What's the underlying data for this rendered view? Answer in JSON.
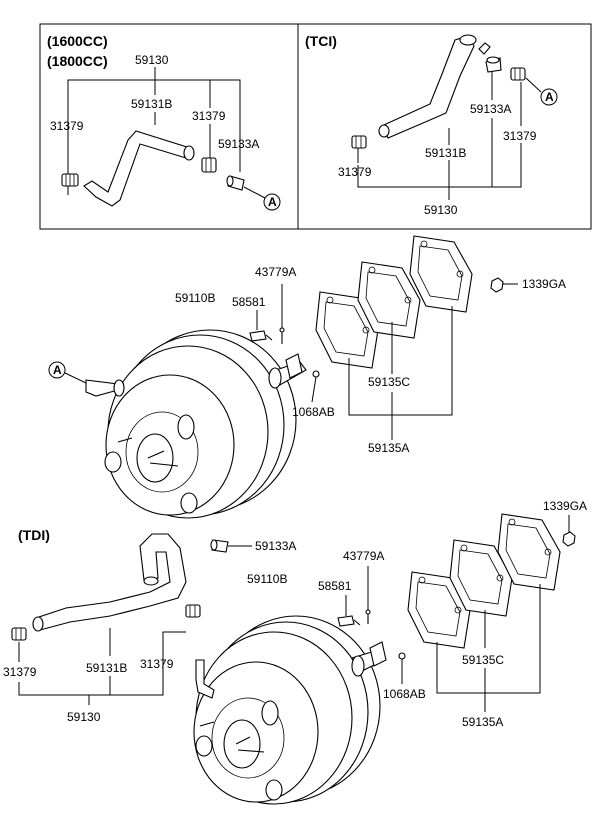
{
  "panels": {
    "gas_variants": [
      "(1600CC)",
      "(1800CC)"
    ],
    "tci_title": "(TCI)",
    "tdi_title": "(TDI)"
  },
  "callouts": {
    "ref_a": "A"
  },
  "labels": {
    "gas": {
      "hose_assy": "59130",
      "hose": "59131B",
      "clamp_left": "31379",
      "clamp_right": "31379",
      "valve": "59133A"
    },
    "tci": {
      "valve": "59133A",
      "clamp_right": "31379",
      "hose": "59131B",
      "clamp_left": "31379",
      "hose_assy": "59130"
    },
    "upper": {
      "pin": "43779A",
      "nut": "1339GA",
      "booster": "59110B",
      "bolt": "58581",
      "gasket": "59135C",
      "clevis": "1068AB",
      "gasket_assy": "59135A"
    },
    "tdi": {
      "valve": "59133A",
      "booster": "59110B",
      "pin": "43779A",
      "nut": "1339GA",
      "bolt": "58581",
      "clamp_left": "31379",
      "hose": "59131B",
      "clamp_right": "31379",
      "gasket": "59135C",
      "clevis": "1068AB",
      "hose_assy": "59130",
      "gasket_assy": "59135A"
    }
  }
}
